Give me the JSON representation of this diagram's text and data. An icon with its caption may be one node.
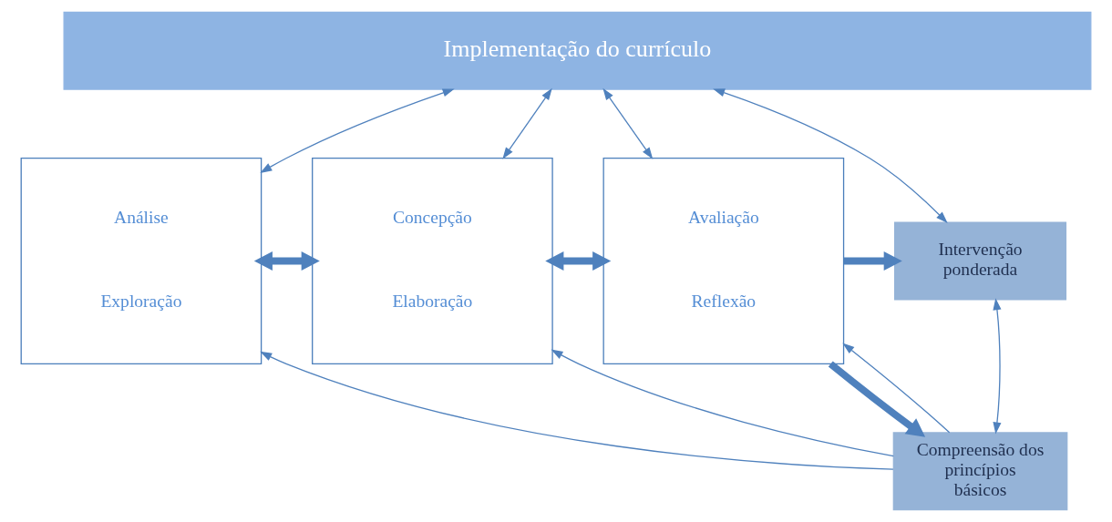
{
  "diagram": {
    "nodes": [
      {
        "text": [
          "Implementação do currículo"
        ]
      },
      {
        "text": [
          "Análise",
          "Exploração"
        ]
      },
      {
        "text": [
          "Concepção",
          "Elaboração"
        ]
      },
      {
        "text": [
          "Avaliação",
          "Reflexão"
        ]
      },
      {
        "text": [
          "Intervenção ponderada"
        ]
      },
      {
        "text": [
          "Compreensão dos princípios básicos"
        ]
      }
    ],
    "edges": [
      {
        "from": 0,
        "to": 1,
        "arrow": "both"
      },
      {
        "from": 0,
        "to": 2,
        "arrow": "both"
      },
      {
        "from": 0,
        "to": 3,
        "arrow": "both"
      },
      {
        "from": 0,
        "to": 4,
        "arrow": "both"
      },
      {
        "from": 1,
        "to": 2,
        "arrow": "both",
        "style": "thick"
      },
      {
        "from": 2,
        "to": 3,
        "arrow": "both",
        "style": "thick"
      },
      {
        "from": 3,
        "to": 4,
        "arrow": "to",
        "style": "thick"
      },
      {
        "from": 3,
        "to": 5,
        "arrow": "to",
        "style": "thick"
      },
      {
        "from": 4,
        "to": 5,
        "arrow": "both"
      },
      {
        "from": 5,
        "to": 1,
        "arrow": "to"
      },
      {
        "from": 5,
        "to": 2,
        "arrow": "to"
      },
      {
        "from": 5,
        "to": 3,
        "arrow": "to"
      }
    ]
  }
}
